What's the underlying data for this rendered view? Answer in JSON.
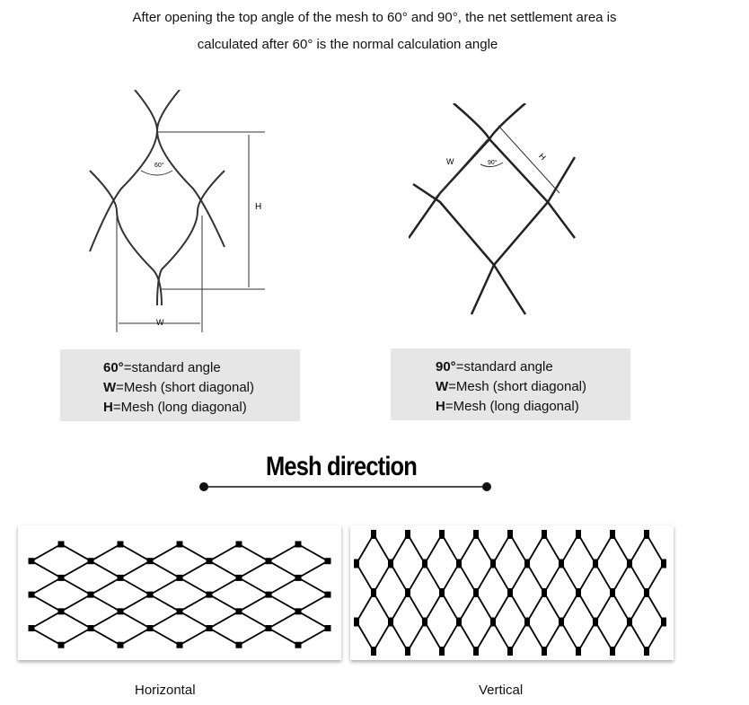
{
  "header": {
    "line1": "After opening the top angle of the mesh to 60° and 90°, the net settlement area is",
    "line2": "calculated after 60° is the normal calculation angle"
  },
  "left_diagram": {
    "angle_label": "60°",
    "h_label": "H",
    "w_label": "W",
    "legend": [
      {
        "key": "60°",
        "text": "=standard angle"
      },
      {
        "key": "W",
        "text": "=Mesh (short diagonal)"
      },
      {
        "key": "H",
        "text": "=Mesh (long diagonal)"
      }
    ]
  },
  "right_diagram": {
    "angle_label": "90°",
    "h_label": "H",
    "w_label": "W",
    "legend": [
      {
        "key": "90°",
        "text": "=standard angle"
      },
      {
        "key": "W",
        "text": "=Mesh (short diagonal)"
      },
      {
        "key": "H",
        "text": "=Mesh (long diagonal)"
      }
    ]
  },
  "section": {
    "title": "Mesh direction"
  },
  "panels": {
    "horizontal": "Horizontal",
    "vertical": "Vertical"
  }
}
